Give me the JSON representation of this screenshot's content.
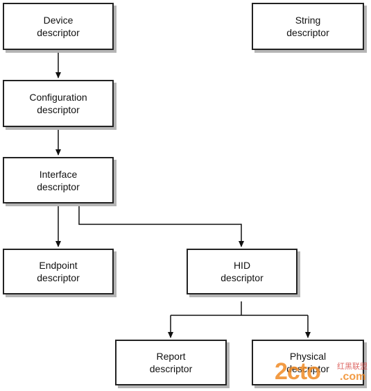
{
  "boxes": {
    "device": [
      "Device",
      "descriptor"
    ],
    "string": [
      "String",
      "descriptor"
    ],
    "configuration": [
      "Configuration",
      "descriptor"
    ],
    "interface": [
      "Interface",
      "descriptor"
    ],
    "endpoint": [
      "Endpoint",
      "descriptor"
    ],
    "hid": [
      "HID",
      "descriptor"
    ],
    "report": [
      "Report",
      "descriptor"
    ],
    "physical": [
      "Physical",
      "descriptor"
    ]
  },
  "watermark": {
    "main": "2cto",
    "suffix": ".com",
    "cn": "红黑联盟"
  },
  "colors": {
    "box_border": "#222222",
    "box_shadow": "#b5b5b5",
    "watermark": "#f08a24"
  }
}
